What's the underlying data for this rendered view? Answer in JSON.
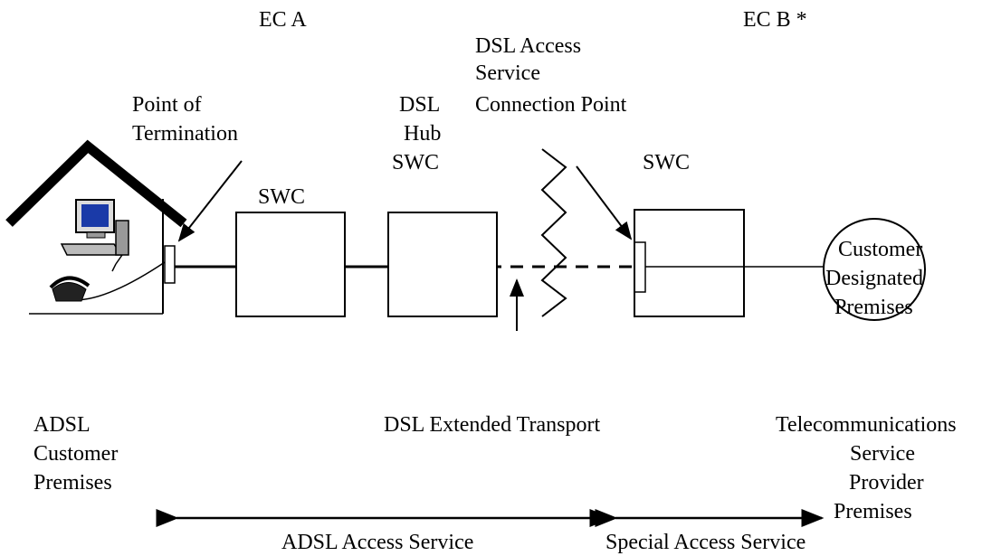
{
  "labels": {
    "ec_a": "EC A",
    "ec_b": "EC B *",
    "dsl_access_1": "DSL Access",
    "dsl_access_2": "Service",
    "dsl_access_3": "Connection Point",
    "pot_1": "Point of",
    "pot_2": "Termination",
    "dsl_hub_1": "DSL",
    "dsl_hub_2": "Hub",
    "dsl_hub_3": "SWC",
    "swc_a": "SWC",
    "swc_b": "SWC",
    "cdp_1": "Customer",
    "cdp_2": "Designated",
    "cdp_3": "Premises",
    "adsl_cp_1": "ADSL",
    "adsl_cp_2": "Customer",
    "adsl_cp_3": "Premises",
    "dsl_ext": "DSL Extended Transport",
    "tsp_1": "Telecommunications",
    "tsp_2": "Service",
    "tsp_3": "Provider",
    "tsp_4": "Premises",
    "adsl_access": "ADSL Access Service",
    "special_access": "Special Access Service"
  },
  "icons": [
    "house-icon",
    "computer-icon",
    "telephone-icon"
  ],
  "colors": {
    "stroke": "#000000",
    "background": "#ffffff"
  }
}
